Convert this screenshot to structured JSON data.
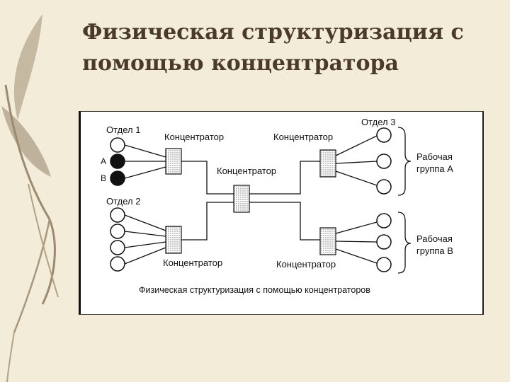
{
  "slide": {
    "title": "Физическая структуризация с помощью концентратора"
  },
  "diagram": {
    "labels": {
      "dept1": "Отдел 1",
      "dept2": "Отдел 2",
      "dept3": "Отдел 3",
      "node_a": "A",
      "node_b": "B",
      "hub_top_left": "Концентратор",
      "hub_top_right": "Концентратор",
      "hub_center": "Концентратор",
      "hub_bottom_left": "Концентратор",
      "hub_bottom_right": "Концентратор",
      "group_a_line1": "Рабочая",
      "group_a_line2": "группа А",
      "group_b_line1": "Рабочая",
      "group_b_line2": "группа В",
      "caption": "Физическая структуризация с помощью концентраторов"
    }
  },
  "colors": {
    "background": "#f3ecd9",
    "title": "#4b3a2a"
  }
}
